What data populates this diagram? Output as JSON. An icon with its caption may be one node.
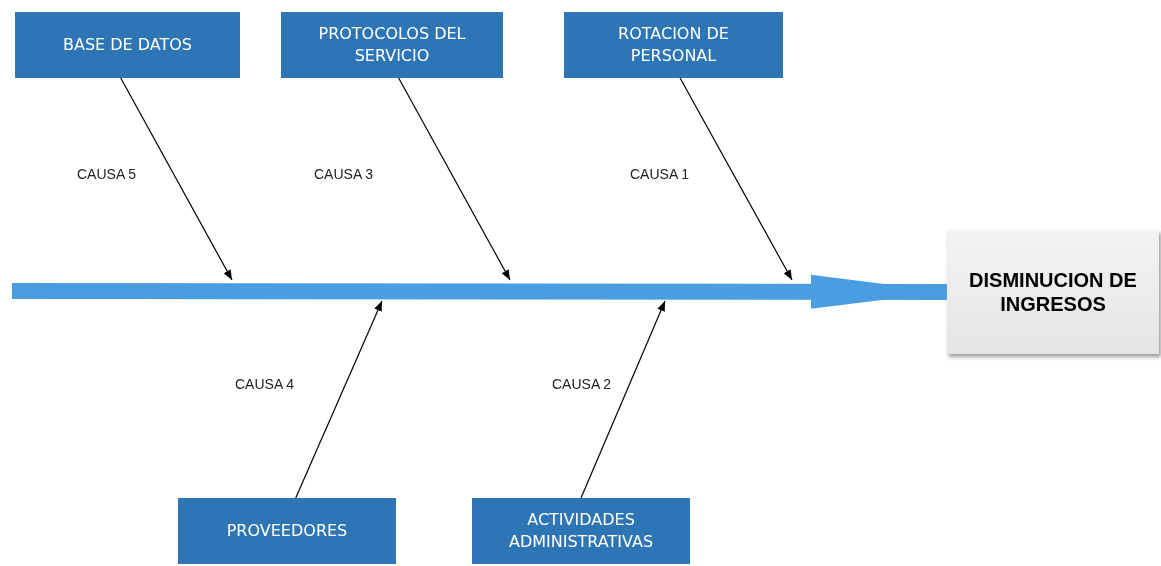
{
  "diagram": {
    "nodes": [
      {
        "text": [
          "BASE DE DATOS"
        ]
      },
      {
        "text": [
          "PROTOCOLOS DEL SERVICIO"
        ]
      },
      {
        "text": [
          "ROTACION DE PERSONAL"
        ]
      },
      {
        "text": [
          "DISMINUCION DE INGRESOS"
        ]
      },
      {
        "text": [
          "PROVEEDORES"
        ]
      },
      {
        "text": [
          "ACTIVIDADES ADMINISTRATIVAS"
        ]
      }
    ],
    "edges": [
      {
        "from": null,
        "to": 3,
        "arrow": "to",
        "style": "thick",
        "color": "#4a9ee0"
      },
      {
        "from": 0,
        "to": null,
        "arrow": "to",
        "label": "CAUSA 5"
      },
      {
        "from": 1,
        "to": null,
        "arrow": "to",
        "label": "CAUSA 3"
      },
      {
        "from": 2,
        "to": null,
        "arrow": "to",
        "label": "CAUSA 1"
      },
      {
        "from": 4,
        "to": null,
        "arrow": "to",
        "label": "CAUSA 4"
      },
      {
        "from": 5,
        "to": null,
        "arrow": "to",
        "label": "CAUSA 2"
      }
    ]
  }
}
